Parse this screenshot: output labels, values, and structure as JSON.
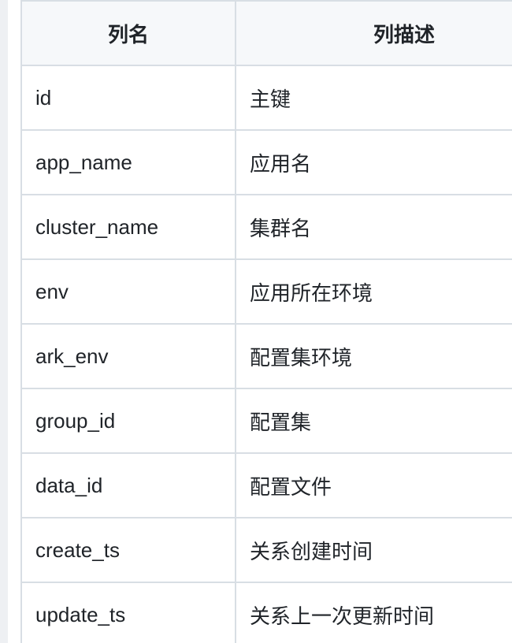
{
  "table": {
    "headers": [
      "列名",
      "列描述"
    ],
    "rows": [
      [
        "id",
        "主键"
      ],
      [
        "app_name",
        "应用名"
      ],
      [
        "cluster_name",
        "集群名"
      ],
      [
        "env",
        "应用所在环境"
      ],
      [
        "ark_env",
        "配置集环境"
      ],
      [
        "group_id",
        "配置集"
      ],
      [
        "data_id",
        "配置文件"
      ],
      [
        "create_ts",
        "关系创建时间"
      ],
      [
        "update_ts",
        "关系上一次更新时间"
      ]
    ]
  }
}
